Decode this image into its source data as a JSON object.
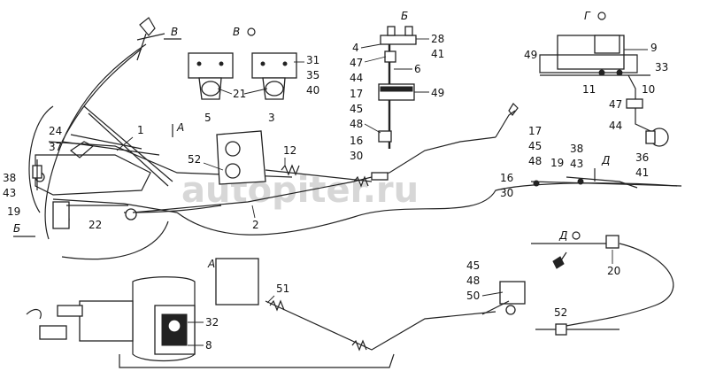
{
  "watermark": "autopiter.ru",
  "views": {
    "A_arrow": "А",
    "B_arrow": "Б",
    "V_arrow": "В",
    "D_arrow": "Д",
    "A_detail": "А",
    "B_detail": "Б",
    "V_detail": "В",
    "G_detail": "Г",
    "D_detail": "Д"
  },
  "callouts": {
    "c1": "1",
    "c2": "2",
    "c3": "3",
    "c4": "4",
    "c5": "5",
    "c6": "6",
    "c8": "8",
    "c9": "9",
    "c10": "10",
    "c11": "11",
    "c12": "12",
    "c16a": "16",
    "c16b": "16",
    "c17a": "17",
    "c17b": "17",
    "c19a": "19",
    "c19b": "19",
    "c20": "20",
    "c21": "21",
    "c22": "22",
    "c24": "24",
    "c28": "28",
    "c30a": "30",
    "c30b": "30",
    "c31": "31",
    "c32": "32",
    "c33": "33",
    "c35": "35",
    "c36": "36",
    "c37": "37",
    "c38a": "38",
    "c38b": "38",
    "c40": "40",
    "c41a": "41",
    "c41b": "41",
    "c43a": "43",
    "c43b": "43",
    "c44a": "44",
    "c44b": "44",
    "c45a": "45",
    "c45b": "45",
    "c45c": "45",
    "c47a": "47",
    "c47b": "47",
    "c48a": "48",
    "c48b": "48",
    "c48c": "48",
    "c49a": "49",
    "c49b": "49",
    "c50": "50",
    "c51": "51",
    "c52a": "52",
    "c52b": "52"
  }
}
